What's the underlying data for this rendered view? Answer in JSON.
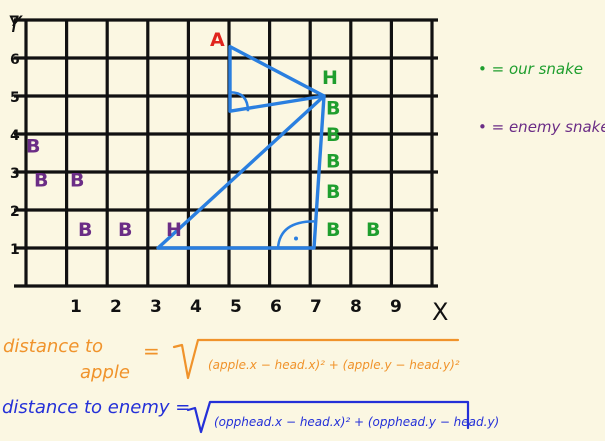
{
  "axes": {
    "y_label": "Y",
    "x_label": "X",
    "y_ticks": [
      "7",
      "6",
      "5",
      "4",
      "3",
      "2",
      "1"
    ],
    "x_ticks": [
      "1",
      "2",
      "3",
      "4",
      "5",
      "6",
      "7",
      "8",
      "9"
    ]
  },
  "grid": {
    "columns": 10,
    "rows": 7
  },
  "cells": [
    {
      "text": "A",
      "color": "#e0241d",
      "x": 4.4,
      "y": 6.5
    },
    {
      "text": "H",
      "color": "#1f9e2e",
      "x": 7.2,
      "y": 5.5
    },
    {
      "text": "B",
      "color": "#1f9e2e",
      "x": 7.3,
      "y": 4.7
    },
    {
      "text": "B",
      "color": "#1f9e2e",
      "x": 7.3,
      "y": 4.0
    },
    {
      "text": "B",
      "color": "#1f9e2e",
      "x": 7.3,
      "y": 3.3
    },
    {
      "text": "B",
      "color": "#1f9e2e",
      "x": 7.3,
      "y": 2.5
    },
    {
      "text": "B",
      "color": "#1f9e2e",
      "x": 7.3,
      "y": 1.5
    },
    {
      "text": "B",
      "color": "#1f9e2e",
      "x": 8.3,
      "y": 1.5
    },
    {
      "text": "B",
      "color": "#6b2d86",
      "x": -0.2,
      "y": 3.7
    },
    {
      "text": "B",
      "color": "#6b2d86",
      "x": 0.0,
      "y": 2.8
    },
    {
      "text": "B",
      "color": "#6b2d86",
      "x": 0.9,
      "y": 2.8
    },
    {
      "text": "B",
      "color": "#6b2d86",
      "x": 1.1,
      "y": 1.5
    },
    {
      "text": "B",
      "color": "#6b2d86",
      "x": 2.1,
      "y": 1.5
    },
    {
      "text": "H",
      "color": "#6b2d86",
      "x": 3.3,
      "y": 1.5
    }
  ],
  "legend": {
    "our_snake": "• = our snake",
    "enemy_snake": "• = enemy snake",
    "our_color": "#1f9e2e",
    "enemy_color": "#6b2d86"
  },
  "formulas": {
    "apple_label_1": "distance to",
    "apple_label_2": "apple",
    "apple_eq": "=",
    "apple_expr": "(apple.x − head.x)² + (apple.y − head.y)²",
    "apple_color": "#f0932b",
    "enemy_label": "distance to enemy =",
    "enemy_expr": "(opphead.x − head.x)² + (opphead.y − head.y)",
    "enemy_color": "#2430d8"
  },
  "triangle_color": "#2a7fe0"
}
